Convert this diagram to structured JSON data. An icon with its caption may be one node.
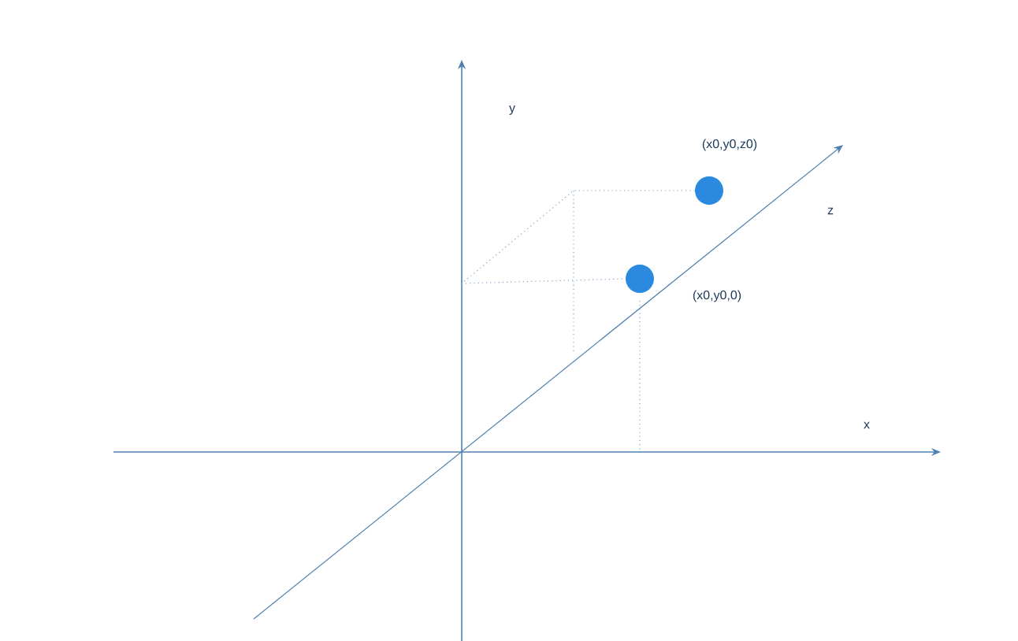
{
  "diagram": {
    "nodes": [
      {
        "text": [],
        "shape": "circle",
        "beside": [
          "(x0,y0,z0)"
        ]
      },
      {
        "text": [],
        "shape": "circle",
        "beside": [
          "(x0,y0,0)"
        ]
      }
    ],
    "edges": [
      {
        "from": 0,
        "to": 1,
        "arrow": "none",
        "style": "dashed"
      }
    ],
    "labels": [
      "y",
      "z",
      "x"
    ]
  }
}
